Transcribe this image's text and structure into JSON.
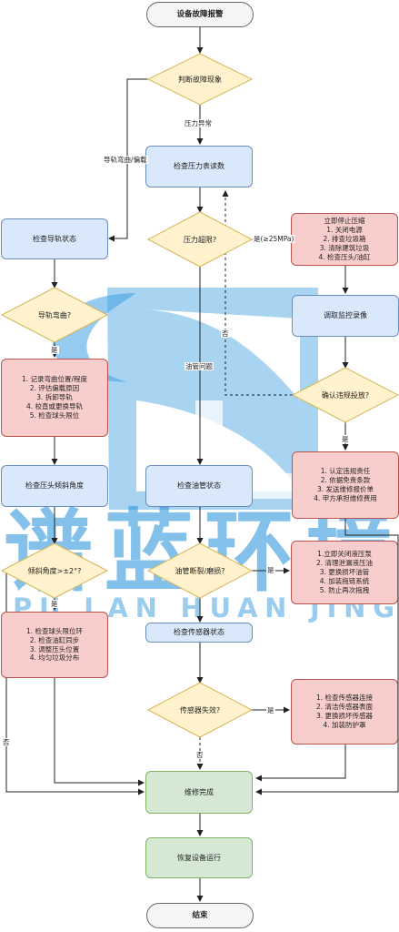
{
  "colors": {
    "terminal_fill": "#f5f5f5",
    "process_fill": "#dae8fc",
    "process_stroke": "#6c8ebf",
    "decision_fill": "#fff2cc",
    "decision_stroke": "#d6b656",
    "action_fill": "#f8cecc",
    "action_stroke": "#b85450",
    "complete_fill": "#d5e8d4",
    "complete_stroke": "#82b366",
    "watermark": "#1e90dc"
  },
  "watermark": {
    "cn": "谱蓝环境",
    "en": "PU LAN HUAN JING"
  },
  "nodes": {
    "start": "设备故障报警",
    "judge_symptom": "判断故障现象",
    "check_pressure_gauge": "检查压力表读数",
    "check_rail": "检查导轨状态",
    "pressure_over": "压力超限?",
    "stop_compress": {
      "title": "立即停止压缩",
      "items": [
        "1. 关闭电源",
        "2. 排查垃圾箱",
        "3. 清除建筑垃圾",
        "4. 检查压头/油缸"
      ]
    },
    "rail_bent": "导轨弯曲?",
    "rail_repair": [
      "1. 记录弯曲位置/程度",
      "2. 评估偏载原因",
      "3. 拆卸导轨",
      "4. 校直或更换导轨",
      "5. 检查球头限位"
    ],
    "check_monitor": "调取监控录像",
    "confirm_violation": "确认违规投放?",
    "check_head_angle": "检查压头倾斜角度",
    "check_pipe": "检查油管状态",
    "liability": [
      "1. 认定违规责任",
      "2. 依据免责条款",
      "3. 发送维修报价单",
      "4. 甲方承担维修费用"
    ],
    "tilt_angle": "倾斜角度>±2°?",
    "pipe_broken": "油管断裂/磨损?",
    "pipe_repair": [
      "1.立即关闭液压泵",
      "2. 清理泄漏液压油",
      "3. 更换损坏油管",
      "4. 加装拖链系统",
      "5. 防止再次拖拽"
    ],
    "angle_repair": [
      "1. 检查球头限位环",
      "2. 检查油缸同步",
      "3. 调整压头位置",
      "4. 均匀垃圾分布"
    ],
    "check_sensor": "检查传感器状态",
    "sensor_fail": "传感器失效?",
    "sensor_repair": [
      "1. 检查传感器连接",
      "2. 清洁传感器表面",
      "3. 更换损坏传感器",
      "4. 加装防护罩"
    ],
    "repair_done": "维修完成",
    "resume": "恢复设备运行",
    "end": "结束"
  },
  "edge_labels": {
    "pressure_abnormal": "压力异常",
    "rail_issue": "导轨弯曲/偏载",
    "pressure_yes": "是(≥25MPa)",
    "pressure_no_pipe": "油管问题",
    "violation_no": "否",
    "rail_yes": "是",
    "violation_yes": "是",
    "pipe_yes": "是",
    "angle_yes": "是",
    "angle_no": "否",
    "sensor_yes": "是",
    "sensor_no": "否"
  }
}
